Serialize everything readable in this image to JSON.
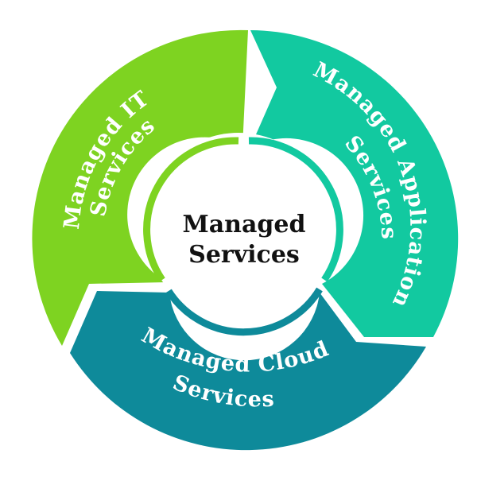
{
  "center": {
    "line1": "Managed",
    "line2": "Services"
  },
  "segments": [
    {
      "id": "it",
      "line1": "Managed IT",
      "line2": "Services",
      "color": "#7ed321"
    },
    {
      "id": "application",
      "line1": "Managed Application",
      "line2": "Services",
      "color": "#12c9a0"
    },
    {
      "id": "cloud",
      "line1": "Managed Cloud",
      "line2": "Services",
      "color": "#0e8a9a"
    }
  ]
}
